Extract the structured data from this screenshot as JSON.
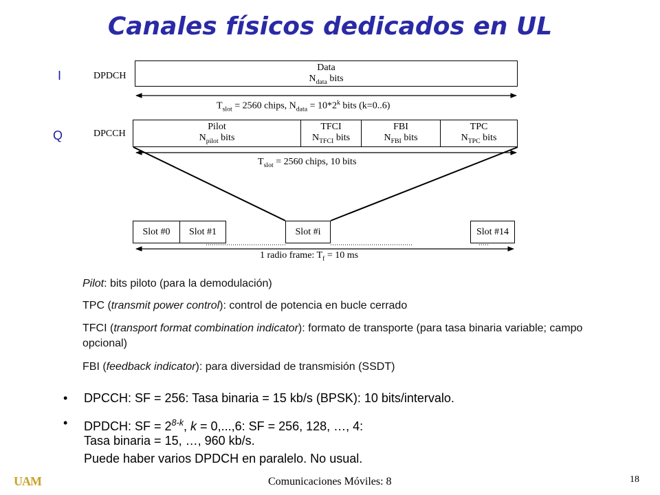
{
  "title": "Canales físicos dedicados en UL",
  "labels": {
    "i": "I",
    "q": "Q",
    "dpdch": "DPDCH",
    "dpcch": "DPCCH"
  },
  "dpdch": {
    "line1": "Data",
    "line2_a": "N",
    "line2_sub": "data",
    "line2_b": " bits"
  },
  "dpdch_slot": {
    "a": "T",
    "sub1": "slot",
    "b": " = 2560 chips, N",
    "sub2": "data",
    "c": " = 10*2",
    "sup": "k",
    "d": " bits (k=0..6)"
  },
  "dpcch_fields": [
    {
      "name": "Pilot",
      "n": "N",
      "sub": "pilot",
      "bits": " bits"
    },
    {
      "name": "TFCI",
      "n": "N",
      "sub": "TFCI",
      "bits": " bits"
    },
    {
      "name": "FBI",
      "n": "N",
      "sub": "FBI",
      "bits": " bits"
    },
    {
      "name": "TPC",
      "n": "N",
      "sub": "TPC",
      "bits": " bits"
    }
  ],
  "dpcch_slot": {
    "a": "T",
    "sub": "slot",
    "b": " = 2560 chips, 10 bits"
  },
  "slots": [
    "Slot #0",
    "Slot #1",
    "Slot #i",
    "Slot #14"
  ],
  "frame": {
    "a": "1 radio frame: T",
    "sub": "f",
    "b": " = 10 ms"
  },
  "descriptions": {
    "pilot": {
      "term": "Pilot",
      "rest": ": bits piloto (para la demodulación)"
    },
    "tpc": {
      "pre": "TPC (",
      "term": "transmit power control",
      "rest": "): control de potencia en bucle cerrado"
    },
    "tfci": {
      "pre": "TFCI (",
      "term": "transport format combination indicator",
      "rest": "): formato de transporte (para tasa binaria variable; campo opcional)"
    },
    "fbi": {
      "pre": "FBI (",
      "term": "feedback indicator",
      "rest": "): para diversidad de transmisión (SSDT)"
    }
  },
  "bullets": {
    "b1": "DPCCH: SF = 256: Tasa binaria = 15 kb/s (BPSK): 10 bits/intervalo.",
    "b2_a": "DPDCH: SF = 2",
    "b2_sup": "8-k",
    "b2_b": ", ",
    "b2_k": "k",
    "b2_c": " = 0,...,6: SF = 256, 128, …, 4:",
    "b2_line2": "Tasa binaria = 15, …, 960 kb/s.",
    "b2_line3": "Puede haber varios DPDCH en paralelo. No usual."
  },
  "footer": {
    "logo": "UAM",
    "text": "Comunicaciones Móviles: 8",
    "page": "18"
  },
  "colors": {
    "title": "#2a2aa6",
    "iq": "#1a1aa0",
    "logo": "#c9a227"
  }
}
